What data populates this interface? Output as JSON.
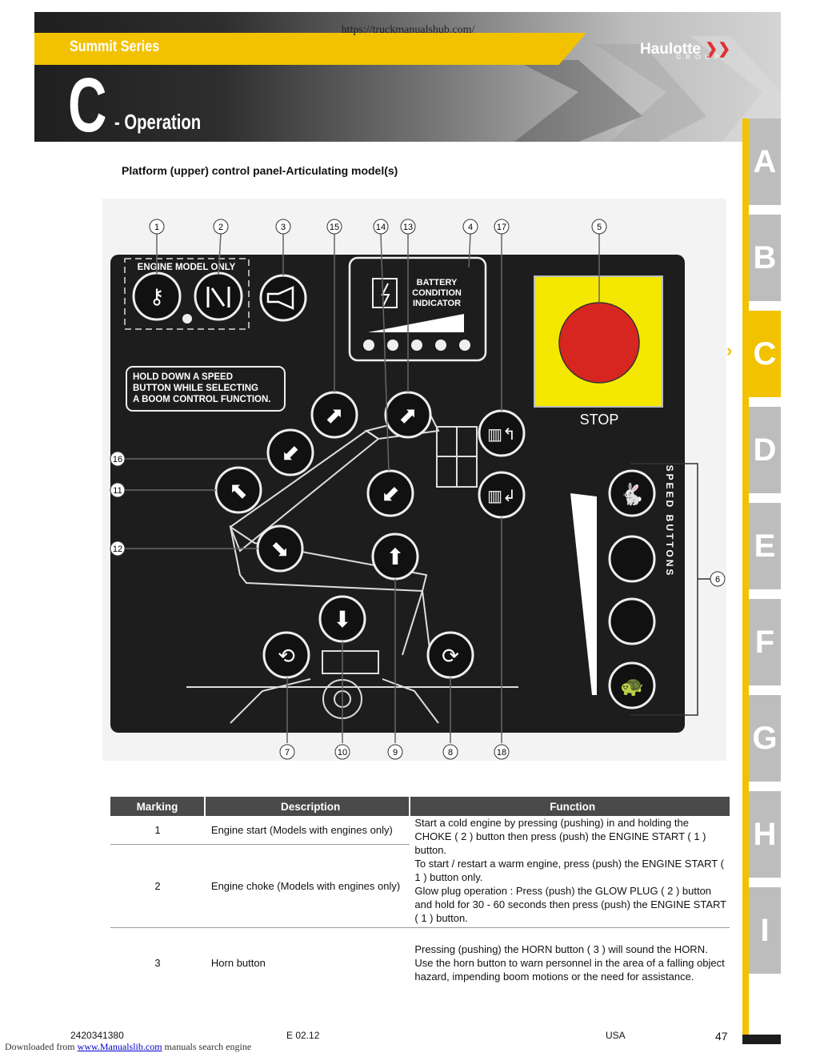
{
  "header": {
    "url": "https://truckmanualshub.com/",
    "series": "Summit Series",
    "logo": "Haulotte",
    "logo_sub": "GROUP",
    "letter": "C",
    "section": "- Operation"
  },
  "tabs": [
    "A",
    "B",
    "C",
    "D",
    "E",
    "F",
    "G",
    "H",
    "I"
  ],
  "active_tab": "C",
  "subtitle": "Platform (upper) control panel-Articulating model(s)",
  "figure": {
    "engine_label": "ENGINE MODEL ONLY",
    "battery_label": [
      "BATTERY",
      "CONDITION",
      "INDICATOR"
    ],
    "hold_note": [
      "HOLD DOWN A SPEED",
      "BUTTON WHILE SELECTING",
      "A BOOM CONTROL FUNCTION."
    ],
    "stop_label": "STOP",
    "speed_label": "SPEED BUTTONS",
    "callouts_top": [
      "1",
      "2",
      "3",
      "15",
      "14",
      "13",
      "4",
      "17",
      "5"
    ],
    "callouts_left": [
      "16",
      "11",
      "12"
    ],
    "callouts_right": [
      "6"
    ],
    "callouts_bottom": [
      "7",
      "10",
      "9",
      "8",
      "18"
    ]
  },
  "table": {
    "headers": [
      "Marking",
      "Description",
      "Function"
    ],
    "rows": [
      {
        "marking": "1",
        "description": "Engine start (Models with engines only)"
      },
      {
        "marking": "2",
        "description": "Engine choke (Models with engines only)"
      },
      {
        "marking": "3",
        "description": "Horn button"
      }
    ],
    "function_12": [
      "Start a cold engine by pressing (pushing) in and holding the CHOKE ( 2 ) button then press (push) the ENGINE START ( 1 ) button.",
      "To start / restart a warm engine, press (push) the ENGINE START ( 1 ) button only.",
      "Glow plug operation : Press (push) the GLOW PLUG ( 2 ) button and hold for  30 - 60 seconds then press (push) the ENGINE START ( 1 ) button."
    ],
    "function_3": [
      "Pressing (pushing) the HORN button ( 3 ) will sound the HORN.",
      "Use the horn button to warn personnel in the area of a falling object hazard, impending boom motions or the need for assistance."
    ]
  },
  "footer": {
    "doc_number": "2420341380",
    "edition": "E 02.12",
    "country": "USA",
    "page": "47",
    "download_prefix": "Downloaded from ",
    "download_link": "www.Manualslib.com",
    "download_suffix": " manuals search engine"
  }
}
